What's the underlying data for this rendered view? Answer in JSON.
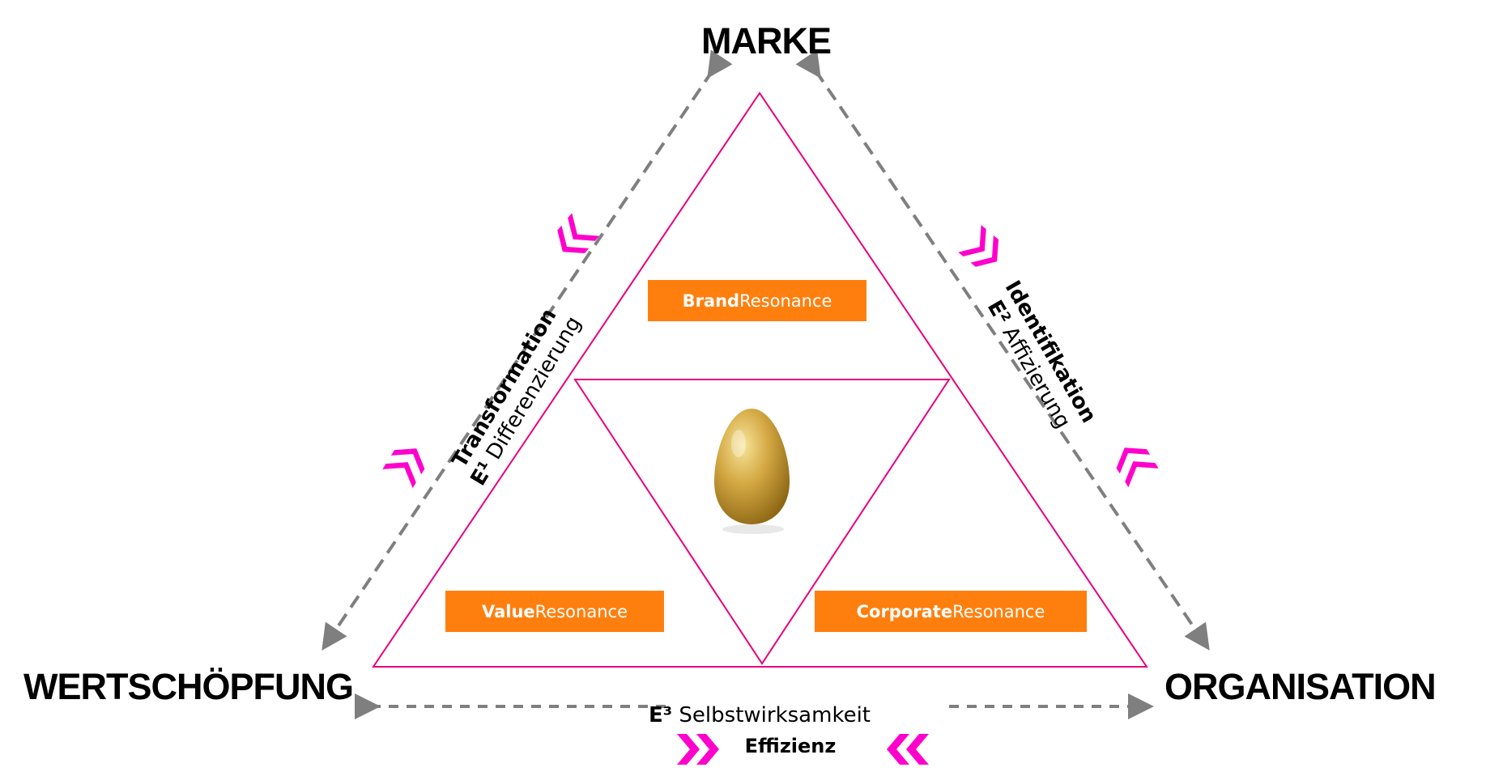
{
  "nodes": {
    "top": "MARKE",
    "left": "WERTSCHÖPFUNG",
    "right": "ORGANISATION"
  },
  "boxes": {
    "brand": {
      "bold": "Brand",
      "rest": "Resonance"
    },
    "value": {
      "bold": "Value",
      "rest": "Resonance"
    },
    "corporate": {
      "bold": "Corporate",
      "rest": "Resonance"
    }
  },
  "edges": {
    "left": {
      "title": "Transformation",
      "e_label": "E¹",
      "sub": "Differenzierung"
    },
    "right": {
      "title": "Identifikation",
      "e_label": "E²",
      "sub": "Affizierung"
    },
    "bottom": {
      "e_label": "E³",
      "sub": "Selbstwirksamkeit",
      "title": "Effizienz"
    }
  },
  "icons": {
    "center": "golden-egg-icon",
    "chevrons": "double-chevron-icon",
    "connectors": "dashed-double-arrow"
  },
  "colors": {
    "box": "#FF7F0E",
    "box_text": "#FFFFFF",
    "triangle_line": "#E6007E",
    "chevron": "#FF00CC",
    "dashed": "#7F7F7F",
    "egg_light": "#F6E59A",
    "egg_mid": "#D4A843",
    "egg_dark": "#8A6412"
  }
}
